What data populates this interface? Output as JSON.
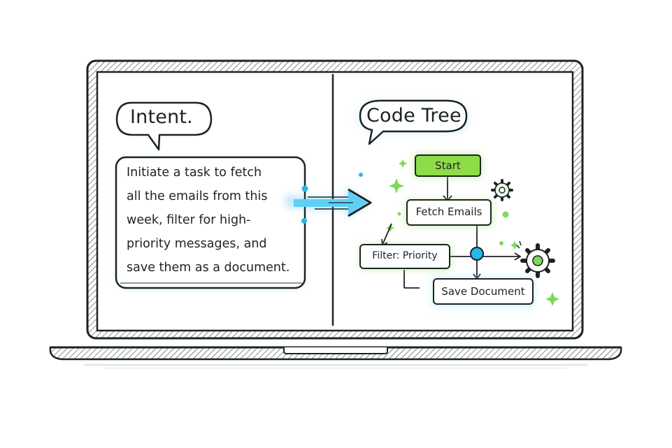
{
  "left_panel": {
    "title": "Intent.",
    "lines": [
      "Initiate a task to fetch",
      "all the emails from this",
      "week, filter for high-",
      "priority messages, and",
      "save them as a document."
    ]
  },
  "right_panel": {
    "title": "Code Tree",
    "nodes": {
      "start": "Start",
      "fetch": "Fetch Emails",
      "filter": "Filter: Priority",
      "save": "Save Document"
    }
  },
  "colors": {
    "ink": "#1c2326",
    "accent_blue": "#29b6e8",
    "accent_green": "#7ed957",
    "start_fill": "#8fdc4a"
  },
  "icons": [
    "speech-bubble-icon",
    "arrow-right-icon",
    "gear-icon",
    "sparkle-icon"
  ]
}
